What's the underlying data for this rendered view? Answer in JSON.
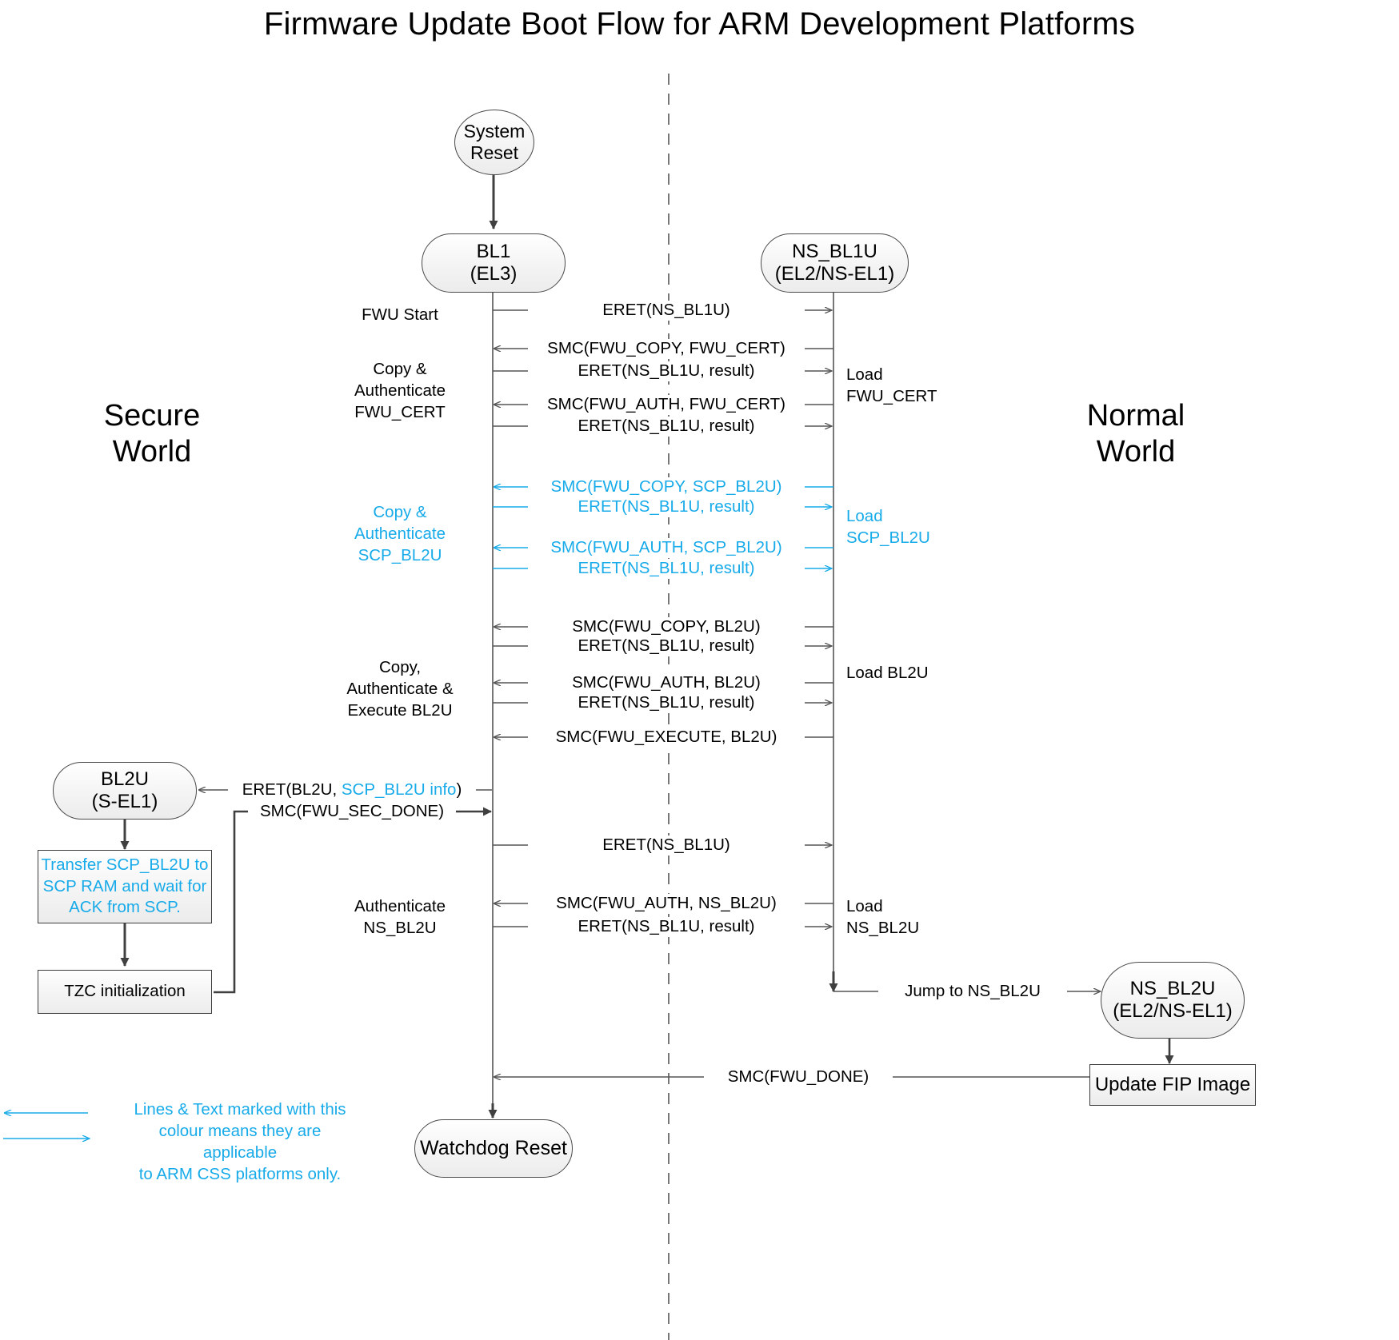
{
  "diagram": {
    "title": "Firmware Update Boot Flow for ARM Development Platforms",
    "type": "sequence-diagram",
    "colors": {
      "accent_blue": "#18ABE9",
      "line": "#555555",
      "node_border": "#4a4a4a",
      "node_fill": "#f2f2f2"
    },
    "worlds": {
      "secure": "Secure\nWorld",
      "secure_line1": "Secure",
      "secure_line2": "World",
      "normal_line1": "Normal",
      "normal_line2": "World"
    },
    "nodes": {
      "system_reset": {
        "line1": "System",
        "line2": "Reset"
      },
      "bl1": {
        "line1": "BL1",
        "line2": "(EL3)"
      },
      "ns_bl1u": {
        "line1": "NS_BL1U",
        "line2": "(EL2/NS-EL1)"
      },
      "bl2u": {
        "line1": "BL2U",
        "line2": "(S-EL1)"
      },
      "ns_bl2u": {
        "line1": "NS_BL2U",
        "line2": "(EL2/NS-EL1)"
      },
      "transfer_scp": {
        "line1": "Transfer SCP_BL2U to",
        "line2": "SCP RAM and wait for",
        "line3": "ACK from SCP."
      },
      "tzc_init": {
        "line1": "TZC initialization"
      },
      "update_fip": {
        "line1": "Update FIP Image"
      },
      "watchdog_reset": {
        "line1": "Watchdog Reset"
      }
    },
    "left_labels": [
      {
        "id": "fwu-start",
        "text": "FWU Start",
        "blue": false
      },
      {
        "id": "copy-auth-fwu-cert",
        "line1": "Copy &",
        "line2": "Authenticate",
        "line3": "FWU_CERT",
        "blue": false
      },
      {
        "id": "copy-auth-scp-bl2u",
        "line1": "Copy &",
        "line2": "Authenticate",
        "line3": "SCP_BL2U",
        "blue": true
      },
      {
        "id": "copy-auth-exec-bl2u",
        "line1": "Copy,",
        "line2": "Authenticate &",
        "line3": "Execute BL2U",
        "blue": false
      },
      {
        "id": "authenticate-ns-bl2u",
        "line1": "Authenticate",
        "line2": "NS_BL2U",
        "blue": false
      }
    ],
    "right_labels": [
      {
        "id": "load-fwu-cert",
        "line1": "Load",
        "line2": "FWU_CERT",
        "blue": false
      },
      {
        "id": "load-scp-bl2u",
        "line1": "Load",
        "line2": "SCP_BL2U",
        "blue": true
      },
      {
        "id": "load-bl2u",
        "line1": "Load BL2U",
        "blue": false
      },
      {
        "id": "load-ns-bl2u",
        "line1": "Load",
        "line2": "NS_BL2U",
        "blue": false
      }
    ],
    "messages": [
      {
        "id": "m1",
        "text": "ERET(NS_BL1U)",
        "dir": "right",
        "blue": false
      },
      {
        "id": "m2",
        "text": "SMC(FWU_COPY, FWU_CERT)",
        "dir": "left",
        "blue": false
      },
      {
        "id": "m3",
        "text": "ERET(NS_BL1U, result)",
        "dir": "right",
        "blue": false
      },
      {
        "id": "m4",
        "text": "SMC(FWU_AUTH, FWU_CERT)",
        "dir": "left",
        "blue": false
      },
      {
        "id": "m5",
        "text": "ERET(NS_BL1U, result)",
        "dir": "right",
        "blue": false
      },
      {
        "id": "m6",
        "text": "SMC(FWU_COPY, SCP_BL2U)",
        "dir": "left",
        "blue": true
      },
      {
        "id": "m7",
        "text": "ERET(NS_BL1U, result)",
        "dir": "right",
        "blue": true
      },
      {
        "id": "m8",
        "text": "SMC(FWU_AUTH, SCP_BL2U)",
        "dir": "left",
        "blue": true
      },
      {
        "id": "m9",
        "text": "ERET(NS_BL1U, result)",
        "dir": "right",
        "blue": true
      },
      {
        "id": "m10",
        "text": "SMC(FWU_COPY, BL2U)",
        "dir": "left",
        "blue": false
      },
      {
        "id": "m11",
        "text": "ERET(NS_BL1U, result)",
        "dir": "right",
        "blue": false
      },
      {
        "id": "m12",
        "text": "SMC(FWU_AUTH, BL2U)",
        "dir": "left",
        "blue": false
      },
      {
        "id": "m13",
        "text": "ERET(NS_BL1U, result)",
        "dir": "right",
        "blue": false
      },
      {
        "id": "m14",
        "text": "SMC(FWU_EXECUTE, BL2U)",
        "dir": "left",
        "blue": false
      },
      {
        "id": "m15",
        "text_a": "ERET(BL2U, ",
        "text_b": "SCP_BL2U info",
        "text_c": ")",
        "dir": "left",
        "blue": false
      },
      {
        "id": "m16",
        "text": "SMC(FWU_SEC_DONE)",
        "dir": "right",
        "blue": false
      },
      {
        "id": "m17",
        "text": "ERET(NS_BL1U)",
        "dir": "right",
        "blue": false
      },
      {
        "id": "m18",
        "text": "SMC(FWU_AUTH, NS_BL2U)",
        "dir": "left",
        "blue": false
      },
      {
        "id": "m19",
        "text": "ERET(NS_BL1U, result)",
        "dir": "right",
        "blue": false
      },
      {
        "id": "m20",
        "text": "Jump to NS_BL2U",
        "dir": "right",
        "blue": false
      },
      {
        "id": "m21",
        "text": "SMC(FWU_DONE)",
        "dir": "left",
        "blue": false
      }
    ],
    "legend": {
      "line1": "Lines & Text marked with this",
      "line2": "colour means they are applicable",
      "line3": "to ARM CSS platforms only."
    }
  }
}
